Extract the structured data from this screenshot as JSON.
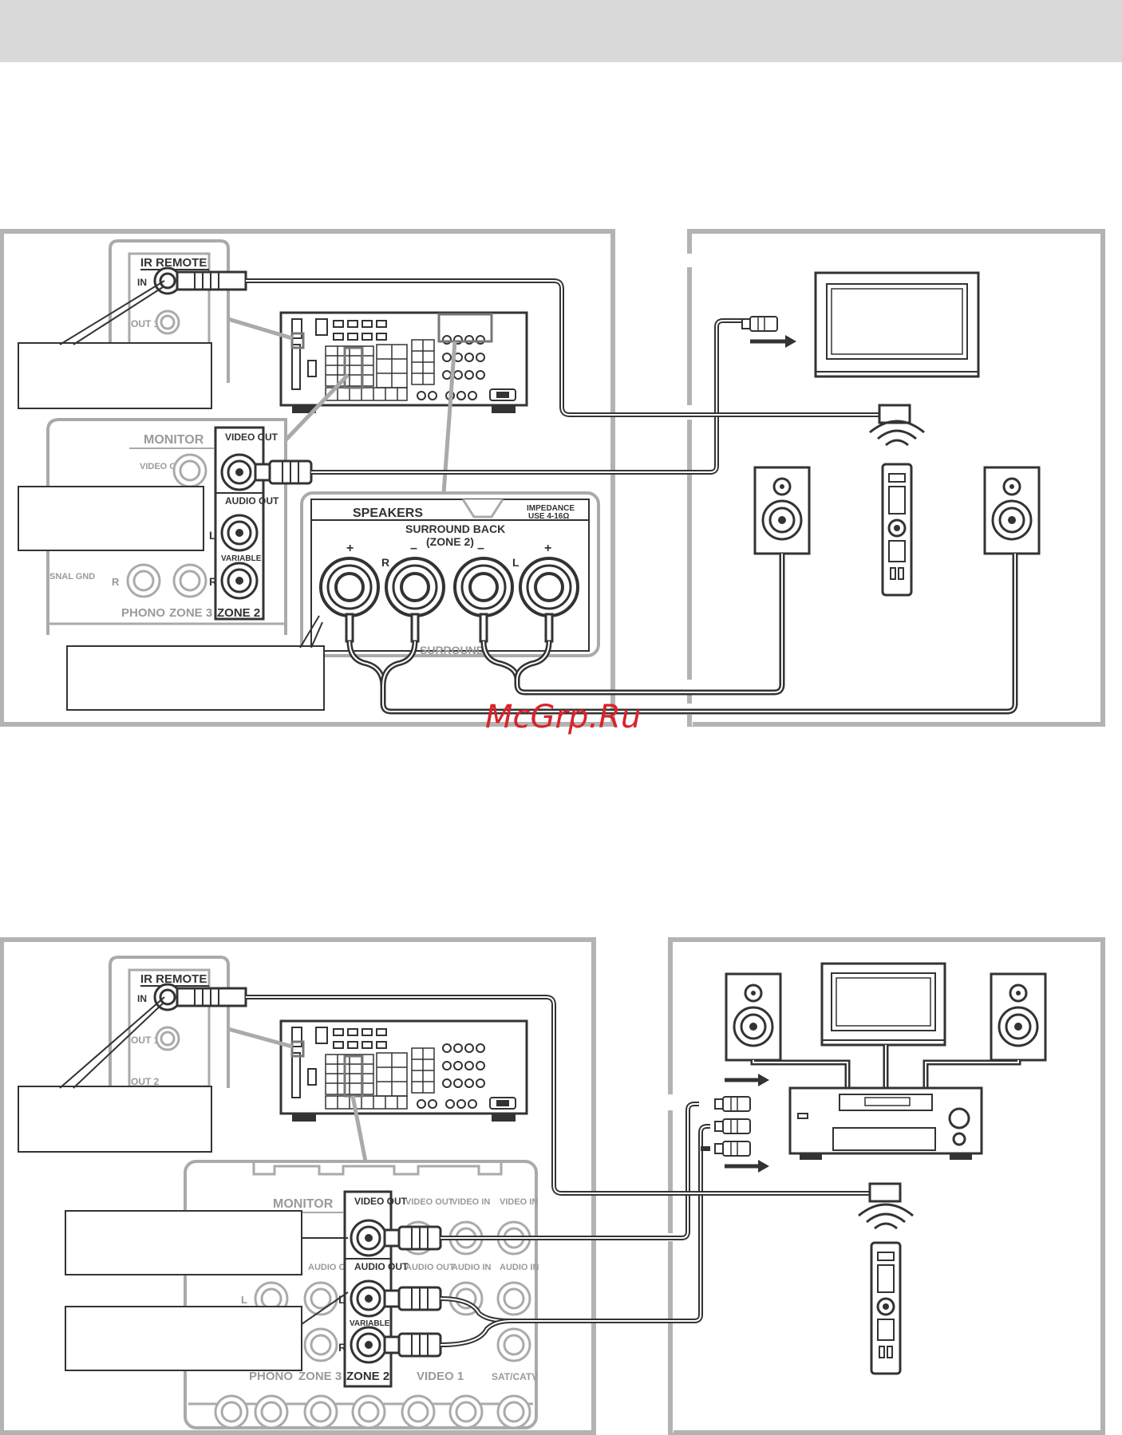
{
  "header": {
    "bar_color": "#d9d9d9"
  },
  "watermark": {
    "text": "McGrp.Ru",
    "color": "#d9232a"
  },
  "diagram1": {
    "ir_remote_label": "IR REMOTE",
    "ir_in_label": "IN",
    "ir_out1_label": "OUT 1",
    "monitor_label": "MONITOR",
    "video_out_left_label": "VIDEO OUT",
    "video_out_label": "VIDEO OUT",
    "audio_out_label": "AUDIO OUT",
    "l_label": "L",
    "r_label": "R",
    "r_label_left": "R",
    "variable_label": "VARIABLE",
    "signal_gnd_label": "SNAL GND",
    "phono_label": "PHONO",
    "zone3_label": "ZONE 3",
    "zone2_label": "ZONE 2",
    "speakers_label": "SPEAKERS",
    "impedance_label": "IMPEDANCE",
    "impedance_value": "USE 4-16Ω",
    "surround_back_label": "SURROUND BACK",
    "zone2_paren_label": "(ZONE 2)",
    "plus_label": "+",
    "minus_label": "–",
    "sp_r_label": "R",
    "sp_l_label": "L",
    "surround_label": "SURROUND"
  },
  "diagram2": {
    "ir_remote_label": "IR REMOTE",
    "ir_in_label": "IN",
    "ir_out1_label": "OUT 1",
    "ir_out2_label": "OUT 2",
    "monitor_label": "MONITOR",
    "video_out_label": "VIDEO OUT",
    "audio_out_label": "AUDIO OUT",
    "audio_out_monitor_label": "AUDIO OUT",
    "video_out_v1_label": "VIDEO OUT",
    "video_in_v1_label": "VIDEO IN",
    "video_in_sat_label": "VIDEO IN",
    "audio_out_v1_label": "AUDIO OUT",
    "audio_in_v1_label": "AUDIO IN",
    "audio_in_sat_label": "AUDIO IN",
    "l_label": "L",
    "l_label_left": "L",
    "r_label": "R",
    "variable_label": "VARIABLE",
    "phono_label": "PHONO",
    "zone3_label": "ZONE 3",
    "zone2_label": "ZONE 2",
    "video1_label": "VIDEO 1",
    "satcatv_label": "SAT/CATV"
  }
}
